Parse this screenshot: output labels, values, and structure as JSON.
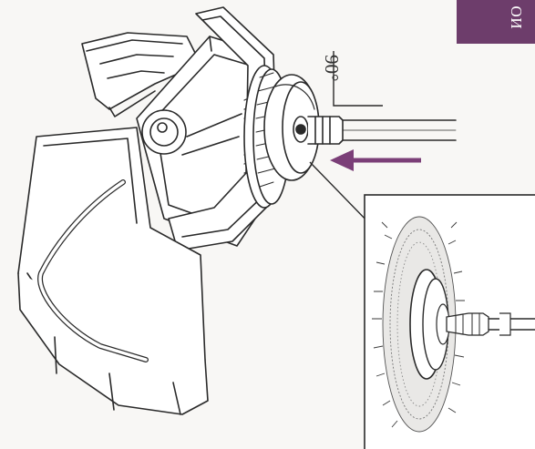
{
  "tab": {
    "label": "ИО",
    "color": "#6d3d6b"
  },
  "angle_label": "90°",
  "arrow_color": "#7b3f78",
  "icons": {
    "machine": "power-tool-illustration",
    "brush": "wire-brush-detail",
    "arrow": "insert-direction-arrow"
  }
}
